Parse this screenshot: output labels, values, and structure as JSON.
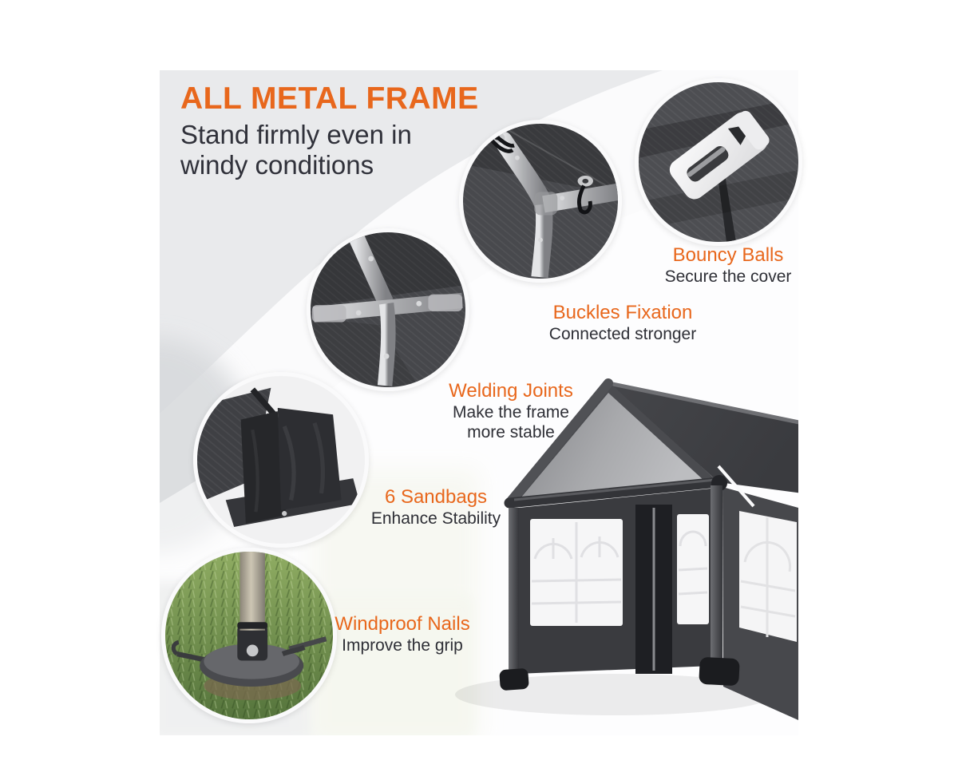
{
  "title": {
    "heading": "ALL METAL FRAME",
    "subheading_line1": "Stand firmly even in",
    "subheading_line2": "windy conditions"
  },
  "features": {
    "bouncy_balls": {
      "name": "Bouncy Balls",
      "desc": "Secure the cover"
    },
    "buckles": {
      "name": "Buckles Fixation",
      "desc": "Connected stronger"
    },
    "welding": {
      "name": "Welding Joints",
      "desc_line1": "Make the frame",
      "desc_line2": "more stable"
    },
    "sandbags": {
      "name": "6 Sandbags",
      "desc": "Enhance Stability"
    },
    "nails": {
      "name": "Windproof Nails",
      "desc": "Improve the grip"
    }
  },
  "photos": {
    "buckle": "white plastic buckle on dark tarp",
    "corner_joint": "frame corner joint with bungee balls",
    "cross_joint": "welded cross joint of metal tubes",
    "sandbag": "black sandbag on tent leg",
    "pole_base": "pole foot plate staked into grass",
    "tent": "gray carport canopy with windows"
  },
  "colors": {
    "accent_orange": "#E8671C",
    "text_dark": "#2E2F36",
    "bg_gray": "#E9EAEC",
    "tarp_gray": "#4A4B4F",
    "canopy_dark": "#3E3F43"
  }
}
